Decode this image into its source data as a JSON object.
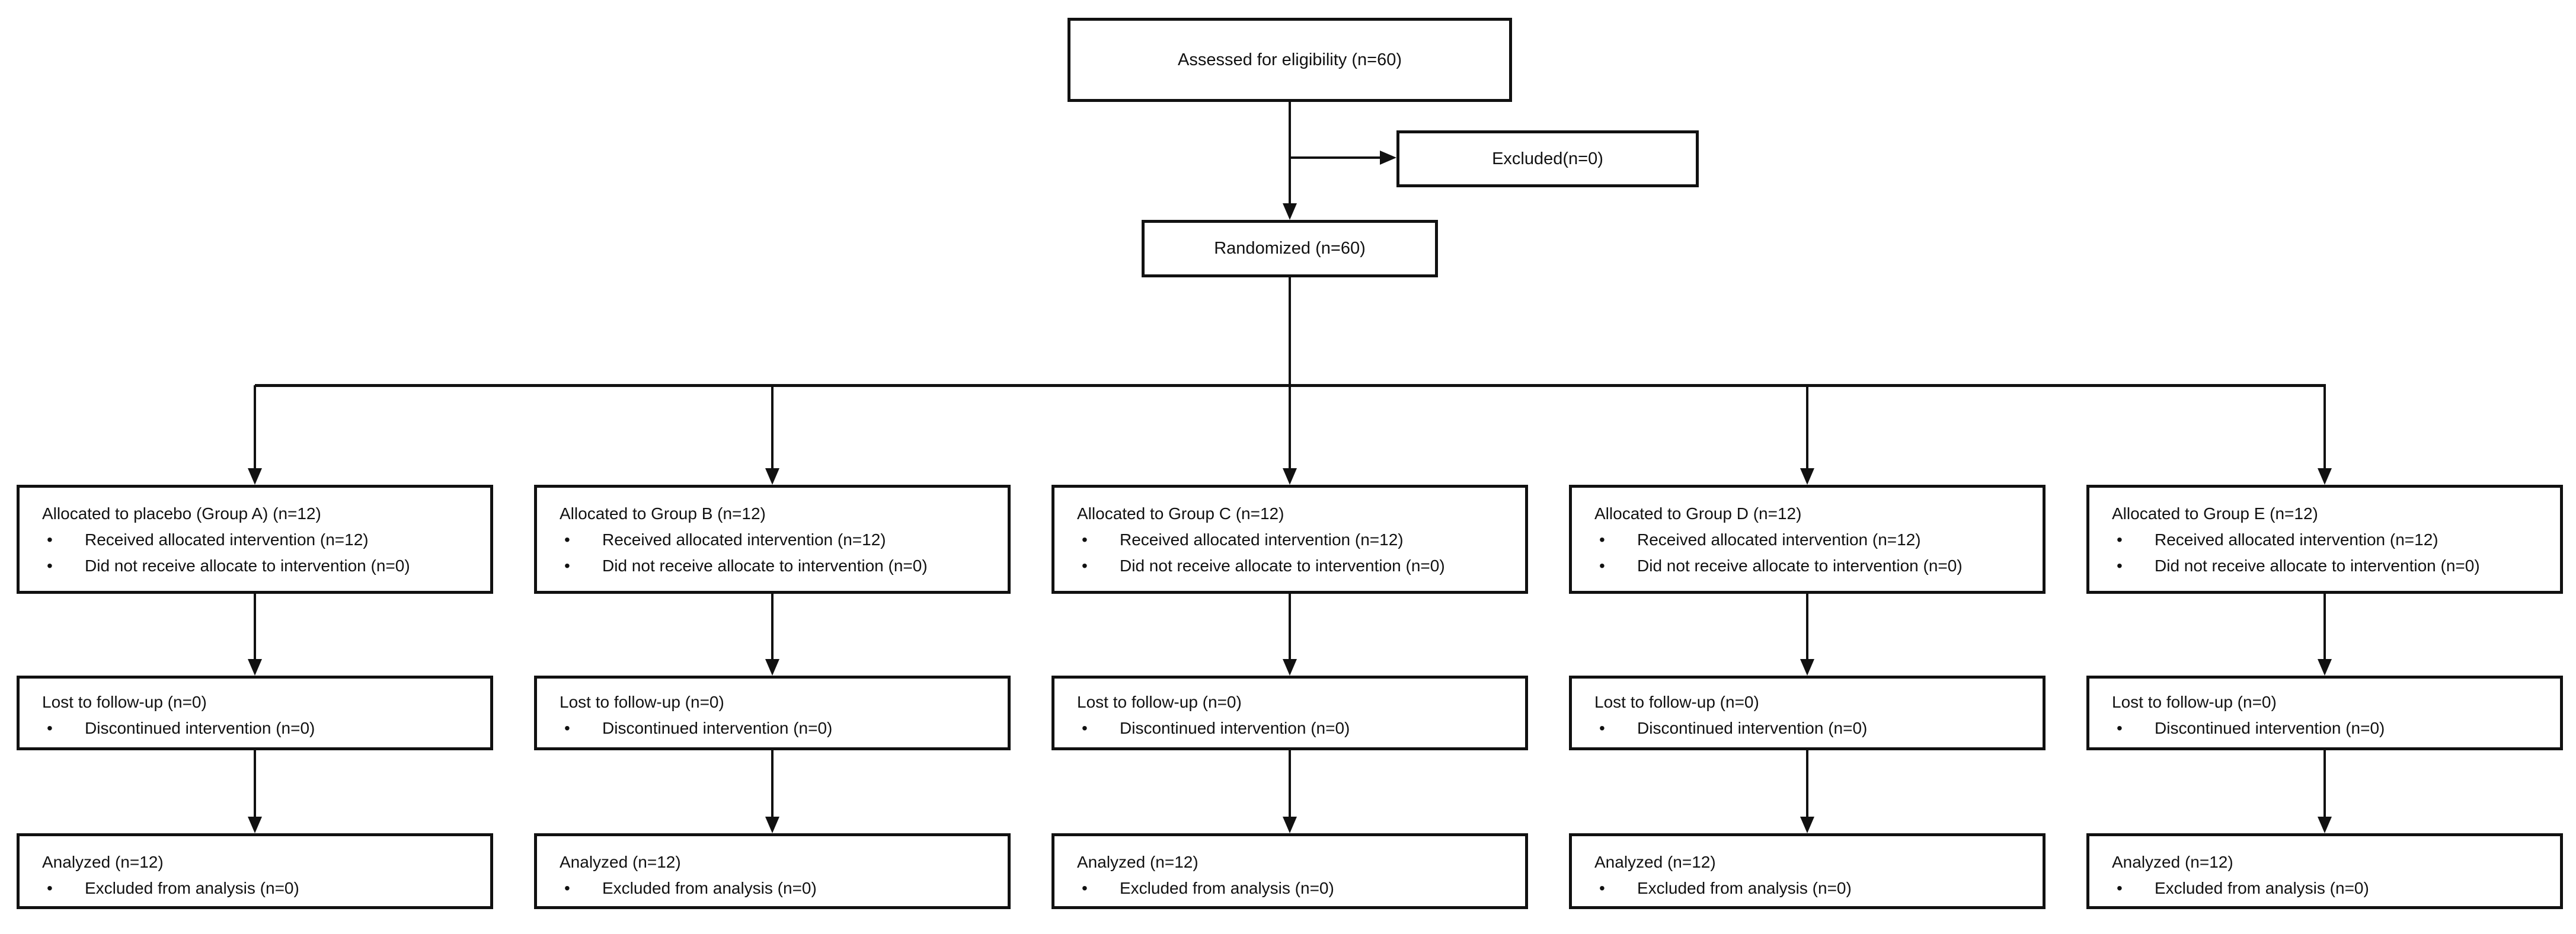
{
  "flowchart": {
    "enrollment": {
      "assessed": "Assessed for eligibility (n=60)",
      "excluded": "Excluded(n=0)",
      "randomized": "Randomized (n=60)"
    },
    "arms": [
      {
        "allocation": {
          "title": "Allocated to placebo (Group A) (n=12)",
          "bullets": [
            "Received allocated intervention (n=12)",
            "Did not receive allocate to intervention (n=0)"
          ]
        },
        "followup": {
          "title": "Lost to follow-up (n=0)",
          "bullets": [
            "Discontinued intervention (n=0)"
          ]
        },
        "analysis": {
          "title": "Analyzed (n=12)",
          "bullets": [
            "Excluded from analysis (n=0)"
          ]
        }
      },
      {
        "allocation": {
          "title": "Allocated to Group B (n=12)",
          "bullets": [
            "Received allocated intervention (n=12)",
            "Did not receive allocate to intervention (n=0)"
          ]
        },
        "followup": {
          "title": "Lost to follow-up (n=0)",
          "bullets": [
            "Discontinued intervention (n=0)"
          ]
        },
        "analysis": {
          "title": "Analyzed (n=12)",
          "bullets": [
            "Excluded from analysis (n=0)"
          ]
        }
      },
      {
        "allocation": {
          "title": "Allocated to Group C (n=12)",
          "bullets": [
            "Received allocated intervention (n=12)",
            "Did not receive allocate to intervention (n=0)"
          ]
        },
        "followup": {
          "title": "Lost to follow-up (n=0)",
          "bullets": [
            "Discontinued intervention (n=0)"
          ]
        },
        "analysis": {
          "title": "Analyzed (n=12)",
          "bullets": [
            "Excluded from analysis (n=0)"
          ]
        }
      },
      {
        "allocation": {
          "title": "Allocated to Group D (n=12)",
          "bullets": [
            "Received allocated intervention (n=12)",
            "Did not receive allocate to intervention (n=0)"
          ]
        },
        "followup": {
          "title": "Lost to follow-up (n=0)",
          "bullets": [
            "Discontinued intervention (n=0)"
          ]
        },
        "analysis": {
          "title": "Analyzed (n=12)",
          "bullets": [
            "Excluded from analysis (n=0)"
          ]
        }
      },
      {
        "allocation": {
          "title": "Allocated to Group E (n=12)",
          "bullets": [
            "Received allocated intervention (n=12)",
            "Did not receive allocate to intervention (n=0)"
          ]
        },
        "followup": {
          "title": "Lost to follow-up (n=0)",
          "bullets": [
            "Discontinued intervention (n=0)"
          ]
        },
        "analysis": {
          "title": "Analyzed (n=12)",
          "bullets": [
            "Excluded from analysis (n=0)"
          ]
        }
      }
    ]
  }
}
